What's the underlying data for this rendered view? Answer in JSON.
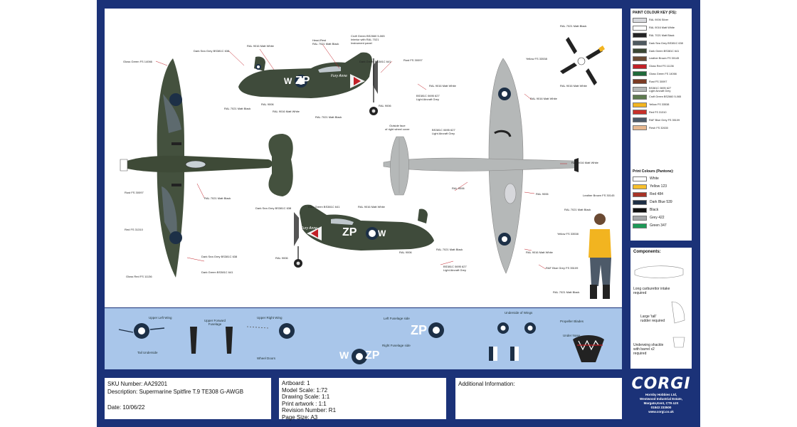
{
  "artwork_labels": {
    "gloss_green": "Gloss Green FS 14066",
    "dsg_top": "Dark Sea Grey BS381C 638",
    "ral9016_top": "RAL 9016 Matt White",
    "headrest": "Head-Rest\nRAL 7021 Matt Black",
    "croft": "Croft Green BS2660 5-065\nInterior with RAL 7021\nInstrument panel",
    "dg641_top": "Dark Green BS381C 641",
    "rust_top": "Rust FS 30097",
    "ral9016_right": "RAL 9016 Matt White",
    "lag_627_a": "BS381C 0695 627\nLight Aircraft Grey",
    "ral9006_a": "RAL 9006",
    "ral9006_b": "RAL 9006",
    "ral7021_a": "RAL 7021 Matt Black",
    "ral9016_c": "RAL 9016 Matt White",
    "ral7021_b": "RAL 7021 Matt Black",
    "prop_ral7021": "RAL 7021 Matt Black",
    "prop_yellow": "Yellow FS 33538",
    "prop_ral9016": "RAL 9016 Matt White",
    "outside_face": "Outside face\nof right wheel cover",
    "lag_627_b": "BS381C 0695 627\nLight Aircraft Grey",
    "ral9016_under1": "RAL 9016 Matt White",
    "ral9016_under2": "RAL 9016 Matt White",
    "ral9006_under": "RAL 9006",
    "ral9006_under2": "RAL 9006",
    "rust_left": "Rust FS 30097",
    "ral7021_left": "RAL 7021 Matt Black",
    "red_left": "Red FS 31310",
    "dsg_left": "Dark Sea Grey BS381C 638",
    "dg_left": "Dark Green BS381C 641",
    "gloss_red": "Gloss Red FS 11136",
    "dsg_bottom": "Dark Sea Grey BS381C 638",
    "dg_bottom": "Dark Green BS381C 641",
    "ral9016_bottom": "RAL 9016 Matt White",
    "ral9006_bottom1": "RAL 9006",
    "ral9006_bottom2": "RAL 9006",
    "ral7021_bottom": "RAL 7021 Matt Black",
    "lag_627_c": "BS381C 0695 627\nLight Aircraft Grey",
    "ral9016_under3": "RAL 9016 Matt White",
    "raf_blue_grey": "RAF Blue Grey FS 35109",
    "leather": "Leather Brown FS 30145",
    "pilot_ral7021": "RAL 7021 Matt Black",
    "pilot_yellow": "Yellow FS 33538",
    "pilot_ral7021b": "RAL 7021 Matt Black",
    "code_top": "ZP",
    "code_w": "W",
    "code_bottom": "ZP",
    "nose_art": "Fury Anne"
  },
  "decals": {
    "upper_left_wing": "Upper Left Wing",
    "upper_fwd_fuselage": "Upper Forward\nFuselage",
    "upper_right_wing": "Upper Right Wing",
    "tail_underside": "Tail Underside",
    "wheel_doors": "Wheel Doors",
    "left_fuselage": "Left Fuselage side",
    "right_fuselage": "Right Fuselage side",
    "underside_wings": "Underside of Wings",
    "propeller_blades": "Propeller Blades",
    "under_nose": "Under Nose",
    "code_left": "ZP",
    "code_w": "W",
    "code_right": "ZP"
  },
  "paint_key": {
    "title": "PAINT COLOUR KEY (FS):",
    "items": [
      {
        "label": "RAL 9006 Silver",
        "color": "#d7d8dc"
      },
      {
        "label": "RAL 9016 Matt White",
        "color": "#ffffff"
      },
      {
        "label": "RAL 7021 Matt Black",
        "color": "#222224"
      },
      {
        "label": "Dark Sea Grey BS381C 638",
        "color": "#4e5960"
      },
      {
        "label": "Dark Green BS381C 641",
        "color": "#3b4733"
      },
      {
        "label": "Leather Brown FS 30145",
        "color": "#6b4a33"
      },
      {
        "label": "Gloss Red FS 11136",
        "color": "#c22027"
      },
      {
        "label": "Gloss Green FS 14066",
        "color": "#1f6a3a"
      },
      {
        "label": "Rust FS 30097",
        "color": "#7b3b24"
      },
      {
        "label": "BS381C 0695 627\nLight Aircraft Grey",
        "color": "#b5b8b8"
      },
      {
        "label": "Croft Green BS2660 5-065",
        "color": "#5d7a4f"
      },
      {
        "label": "Yellow FS 33538",
        "color": "#f2b420"
      },
      {
        "label": "Red FS 31310",
        "color": "#c8302a"
      },
      {
        "label": "RAF Blue Grey FS 35109",
        "color": "#4d5a69"
      },
      {
        "label": "Flesh FS 32630",
        "color": "#e7b88f"
      }
    ],
    "print_title": "Print Colours (Pantone):",
    "print_items": [
      {
        "label": "White",
        "color": "#ffffff"
      },
      {
        "label": "Yellow 123",
        "color": "#f7bf2c"
      },
      {
        "label": "Red 484",
        "color": "#a83326"
      },
      {
        "label": "Dark Blue 539",
        "color": "#1f2f45"
      },
      {
        "label": "Black",
        "color": "#111111"
      },
      {
        "label": "Grey 422",
        "color": "#a4a6a8"
      },
      {
        "label": "Green 347",
        "color": "#1d9a57"
      }
    ]
  },
  "components": {
    "title": "Components:",
    "items": [
      "Long carburettor intake\nrequired",
      "Large 'tall'\nrudder required",
      "Underwing shackle\nwith barrel x2\nrequired"
    ]
  },
  "info": {
    "sku": "SKU Number: AA29201",
    "description": "Description: Supermarine Spitfire T.9 TE308 G-AWGB",
    "date": "Date: 10/06/22",
    "artboard": "Artboard: 1",
    "model_scale": "Model Scale: 1:72",
    "drawing_scale": "Drawing Scale: 1:1",
    "print_artwork": "Print artwork : 1:1",
    "revision": "Revision Number: R1",
    "page_size": "Page Size: A3",
    "additional": "Additional Information:"
  },
  "logo": {
    "wordmark": "CORGI",
    "address": "Hornby Hobbies Ltd,\nWestwood Industrial Estate,\nMargate,Kent, CT9 4JX\n01843 233500\nwww.corgi.co.uk"
  }
}
